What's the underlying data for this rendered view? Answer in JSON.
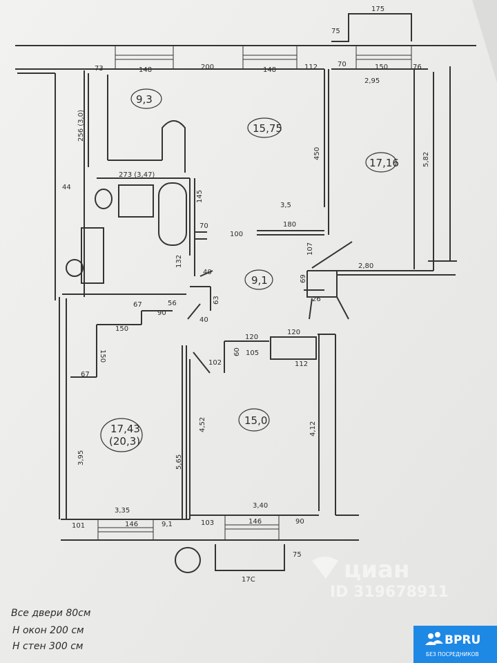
{
  "rooms": [
    {
      "id": "r1",
      "area": "9,3"
    },
    {
      "id": "r2",
      "area": "15,75"
    },
    {
      "id": "r3",
      "area": "17,16"
    },
    {
      "id": "r4",
      "area": "9,1"
    },
    {
      "id": "r5",
      "area": "17,43",
      "sub": "(20,3)"
    },
    {
      "id": "r6",
      "area": "15,0"
    }
  ],
  "dimensions": [
    "175",
    "75",
    "73",
    "148",
    "200",
    "148",
    "112",
    "70",
    "150",
    "76",
    "2,95",
    "256 (3,0)",
    "450",
    "5,82",
    "44",
    "273 (3,47)",
    "145",
    "3,5",
    "70",
    "100",
    "180",
    "107",
    "2,80",
    "132",
    "40",
    "63",
    "40",
    "67",
    "56",
    "90",
    "69",
    "26",
    "150",
    "150",
    "67",
    "120",
    "120",
    "60",
    "105",
    "112",
    "102",
    "4,52",
    "4,12",
    "3,95",
    "5,65",
    "3,35",
    "3,40",
    "101",
    "146",
    "9,1",
    "103",
    "146",
    "90",
    "75",
    "17С"
  ],
  "notes": {
    "line1": "Все двери 80см",
    "line2": "Н окон 200 см",
    "line3": "Н стен 300 см"
  },
  "watermark": {
    "brand": "циан",
    "id": "ID 319678911"
  },
  "logo": {
    "name": "BPRU",
    "tagline": "БЕЗ ПОСРЕДНИКОВ",
    "color": "#1e88e5"
  }
}
